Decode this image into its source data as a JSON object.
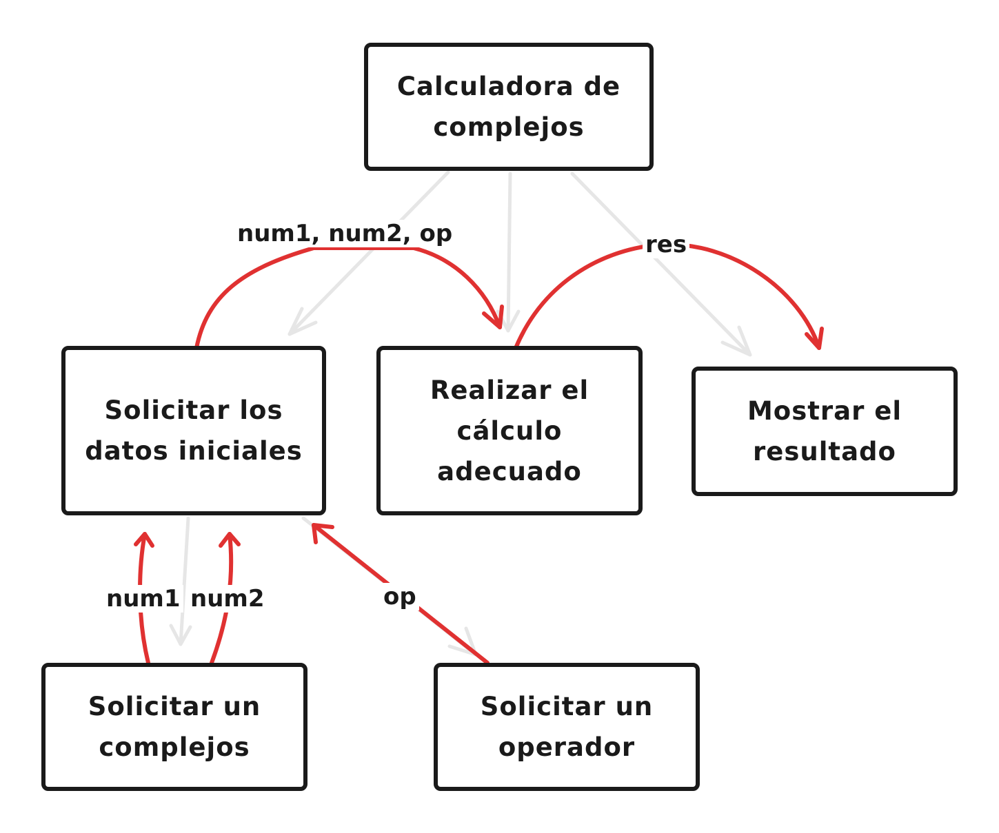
{
  "nodes": {
    "root": "Calculadora de complejos",
    "solicitar_datos": "Solicitar los datos iniciales",
    "realizar_calculo": "Realizar el cálculo adecuado",
    "mostrar_resultado": "Mostrar el resultado",
    "solicitar_complejo": "Solicitar un complejos",
    "solicitar_operador": "Solicitar un operador"
  },
  "flows": {
    "datos_to_calculo": "num1, num2, op",
    "calculo_to_mostrar": "res",
    "complejo_num1": "num1",
    "complejo_num2": "num2",
    "operador_op": "op"
  },
  "colors": {
    "structure_arrow": "#e6e6e6",
    "data_arrow": "#e03131",
    "box_border": "#1a1a1a"
  }
}
